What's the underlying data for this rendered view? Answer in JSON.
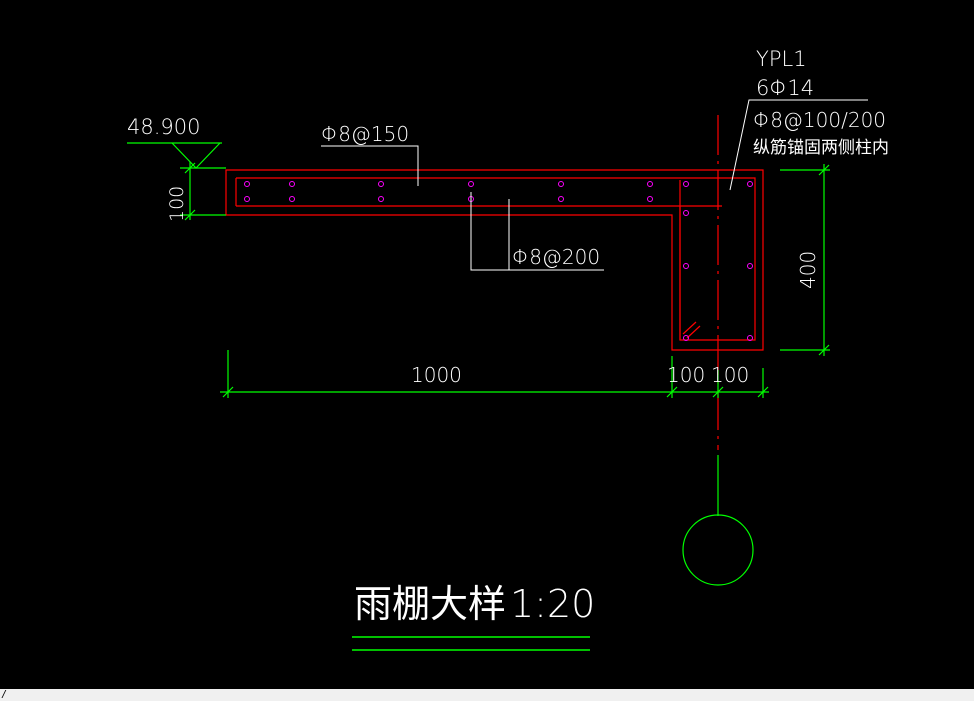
{
  "drawing": {
    "elevation": "48.900",
    "beam_name": "YPL1",
    "beam_rebar": "6Φ14",
    "beam_stirrup": "Φ8@100/200",
    "beam_note": "纵筋锚固两侧柱内",
    "slab_top_rebar": "Φ8@150",
    "slab_bottom_rebar": "Φ8@200",
    "dim_slab_thickness": "100",
    "dim_beam_height": "400",
    "dim_cantilever": "1000",
    "dim_half_left": "100",
    "dim_half_right": "100",
    "title": "雨棚大样",
    "scale": "1:20"
  },
  "colors": {
    "background": "#000000",
    "concrete_outline": "#ff0000",
    "rebar_points": "#ff00ff",
    "dimension": "#00ff00",
    "axis": "#ff0000",
    "leader": "#ffffff",
    "text": "#ffffff"
  },
  "command_line": {
    "prompt": "/"
  }
}
